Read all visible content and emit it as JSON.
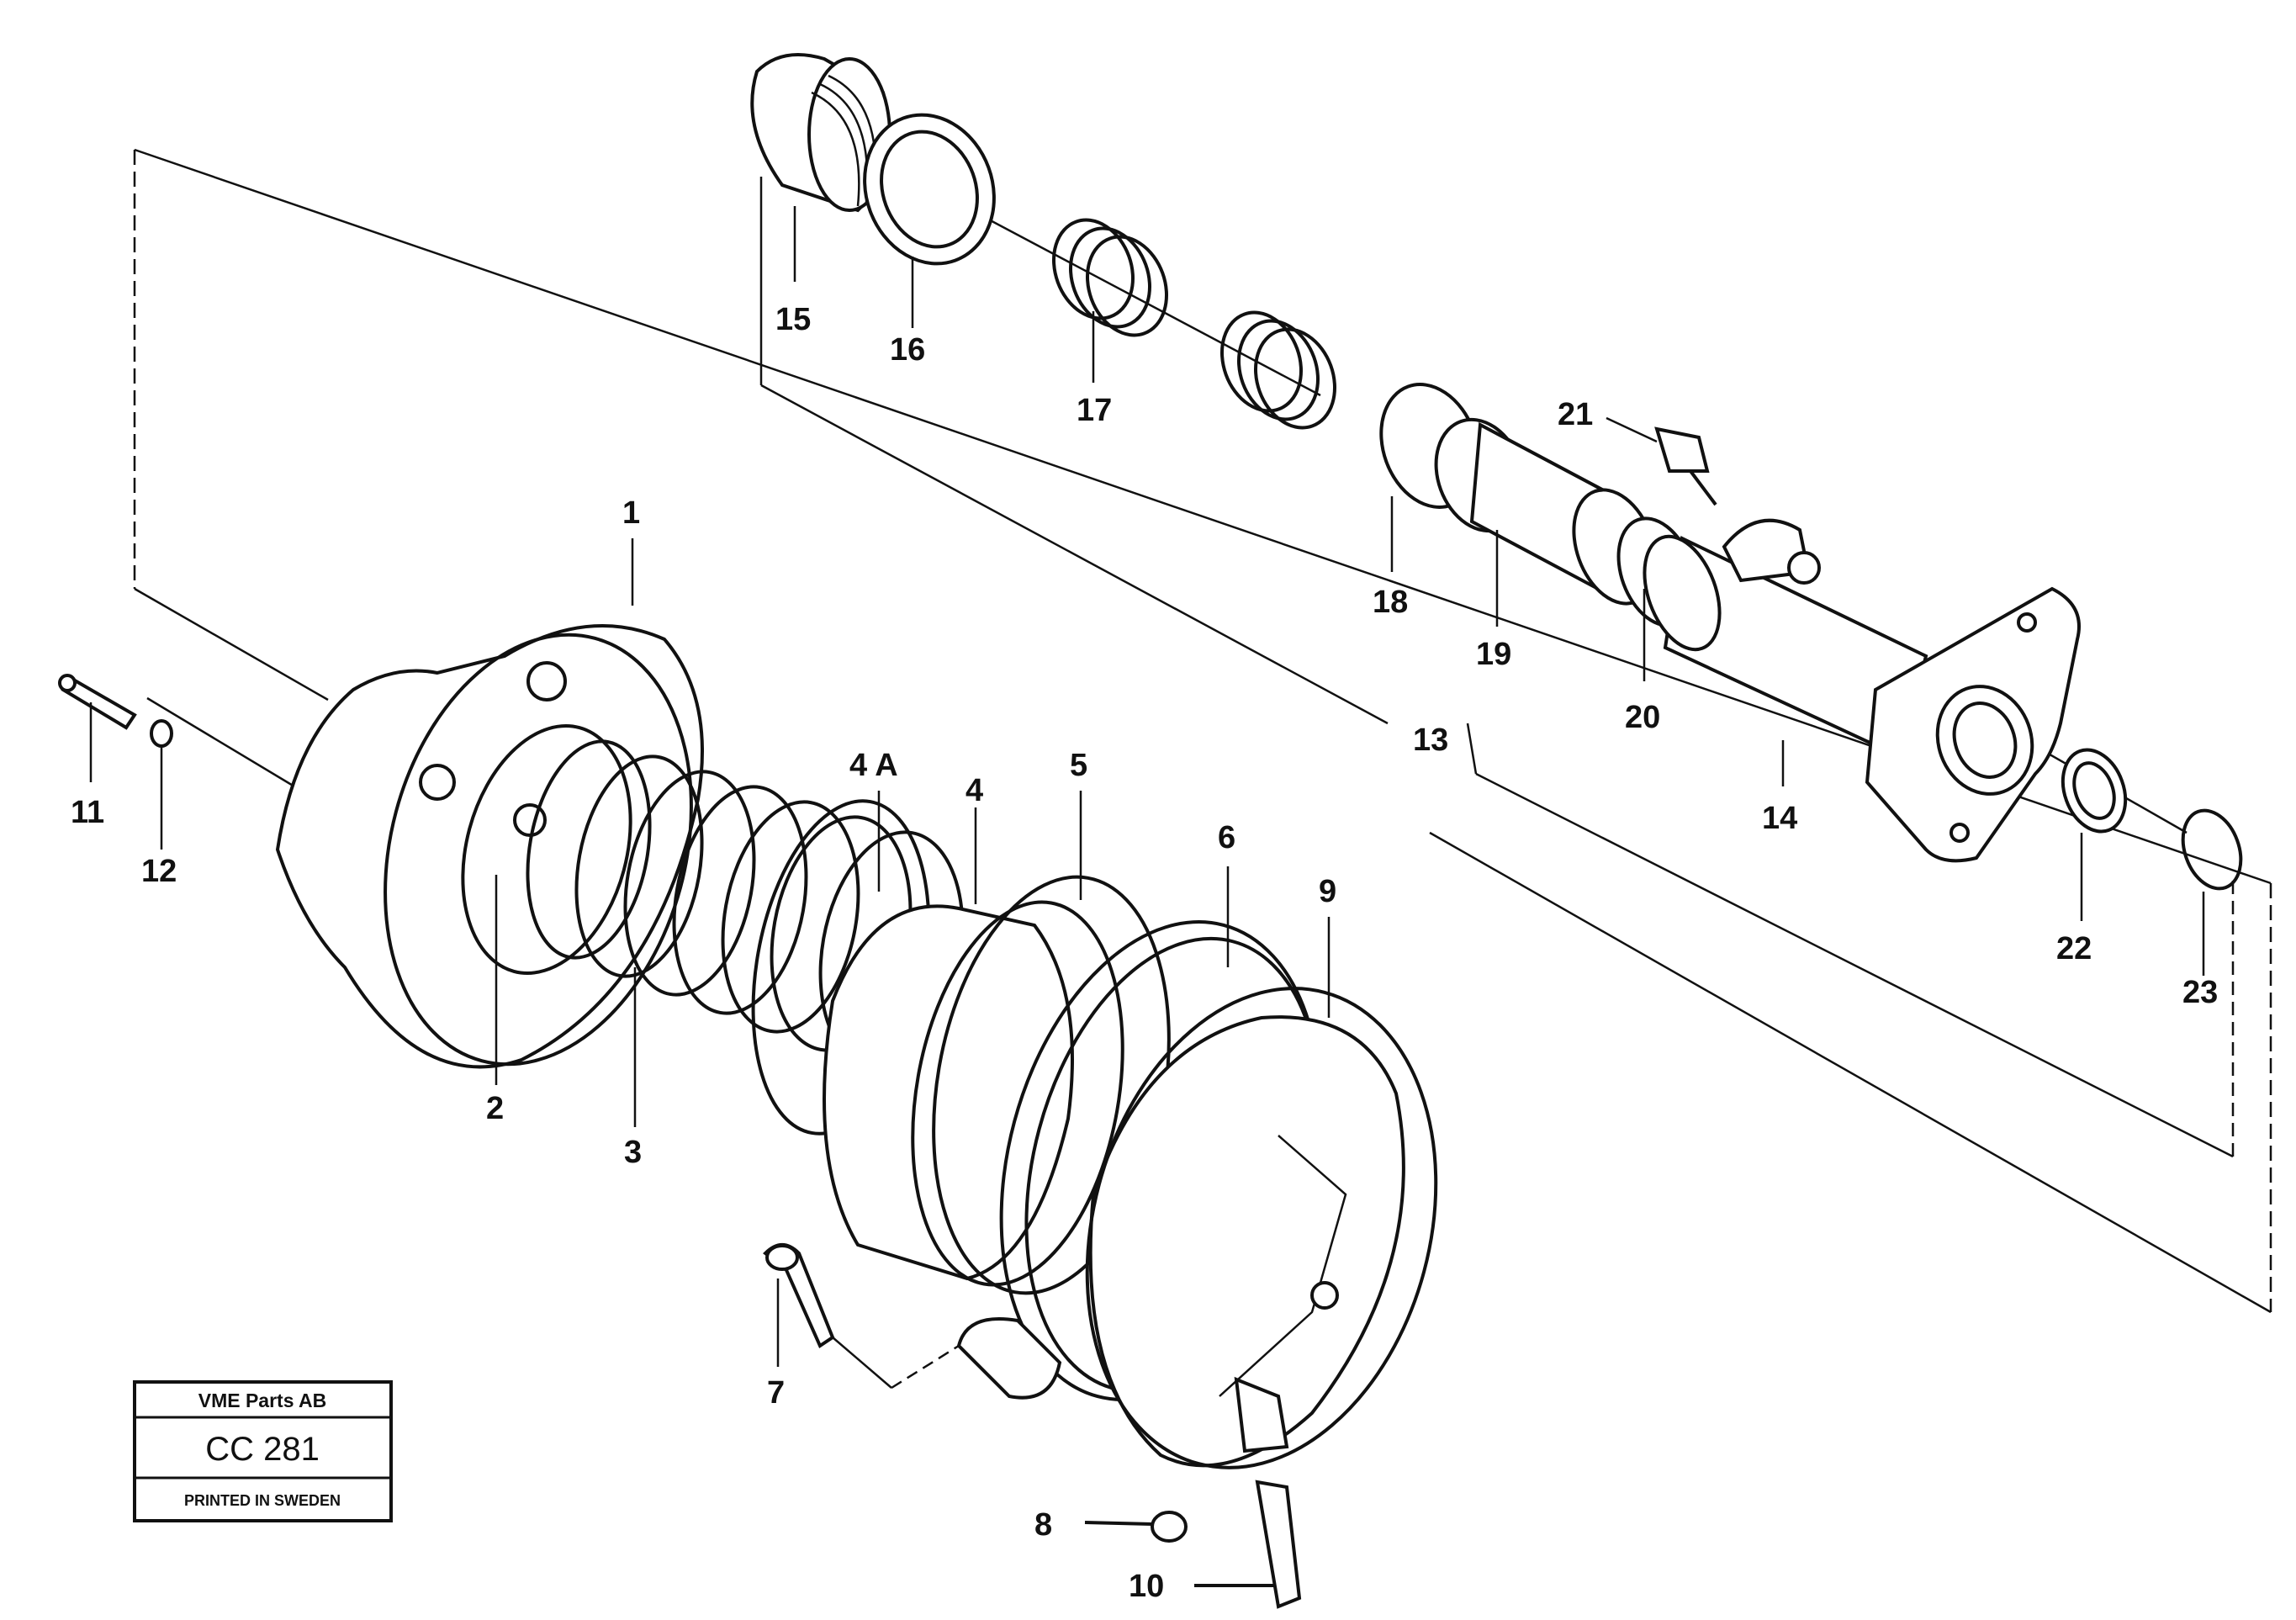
{
  "title_block": {
    "company": "VME Parts AB",
    "code": "CC 281",
    "footer": "PRINTED IN SWEDEN"
  },
  "callouts": {
    "c1": "1",
    "c2": "2",
    "c3": "3",
    "c4a": "4 A",
    "c4": "4",
    "c5": "5",
    "c6": "6",
    "c7": "7",
    "c8": "8",
    "c9": "9",
    "c10": "10",
    "c11": "11",
    "c12": "12",
    "c13": "13",
    "c14": "14",
    "c15": "15",
    "c16": "16",
    "c17": "17",
    "c18": "18",
    "c19": "19",
    "c20": "20",
    "c21": "21",
    "c22": "22",
    "c23": "23"
  }
}
